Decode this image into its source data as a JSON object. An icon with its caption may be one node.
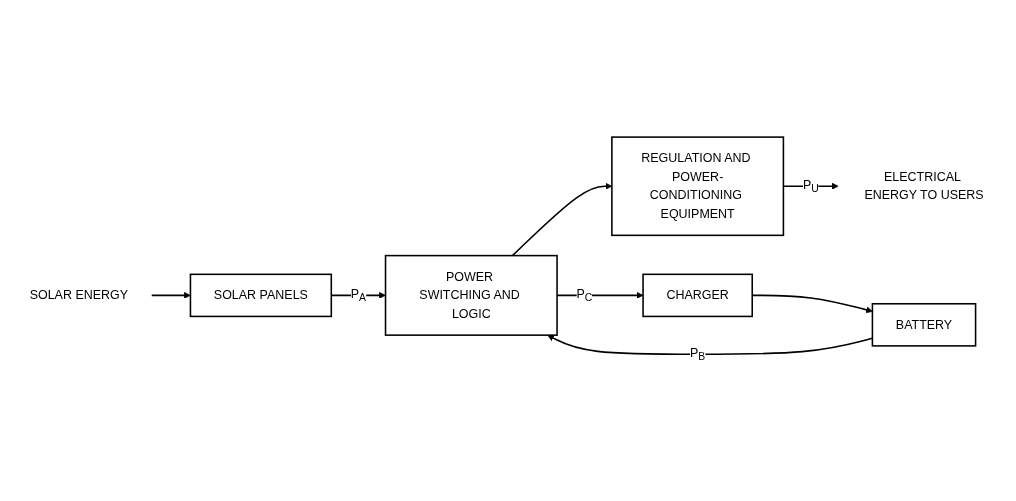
{
  "diagram": {
    "nodes": [
      {
        "text": [
          "SOLAR ENERGY"
        ]
      },
      {
        "text": [
          "SOLAR PANELS"
        ]
      },
      {
        "text": [
          "POWER SWITCHING AND LOGIC"
        ]
      },
      {
        "text": [
          "REGULATION AND POWER-CONDITIONING EQUIPMENT"
        ]
      },
      {
        "text": [
          "ELECTRICAL ENERGY TO USERS"
        ]
      },
      {
        "text": [
          "CHARGER"
        ]
      },
      {
        "text": [
          "BATTERY"
        ]
      }
    ],
    "edges": [
      {
        "from": 0,
        "to": 1,
        "arrow": "to"
      },
      {
        "from": 1,
        "to": 2,
        "arrow": "to",
        "label": "P$_{A}$"
      },
      {
        "from": 2,
        "to": 3,
        "arrow": "to"
      },
      {
        "from": 3,
        "to": 4,
        "arrow": "to",
        "label": "P$_{U}$"
      },
      {
        "from": 2,
        "to": 5,
        "arrow": "to",
        "label": "P$_{C}$"
      },
      {
        "from": 5,
        "to": 6,
        "arrow": "to"
      },
      {
        "from": 6,
        "to": 2,
        "arrow": "to",
        "label": "P$_{B}$"
      }
    ]
  }
}
